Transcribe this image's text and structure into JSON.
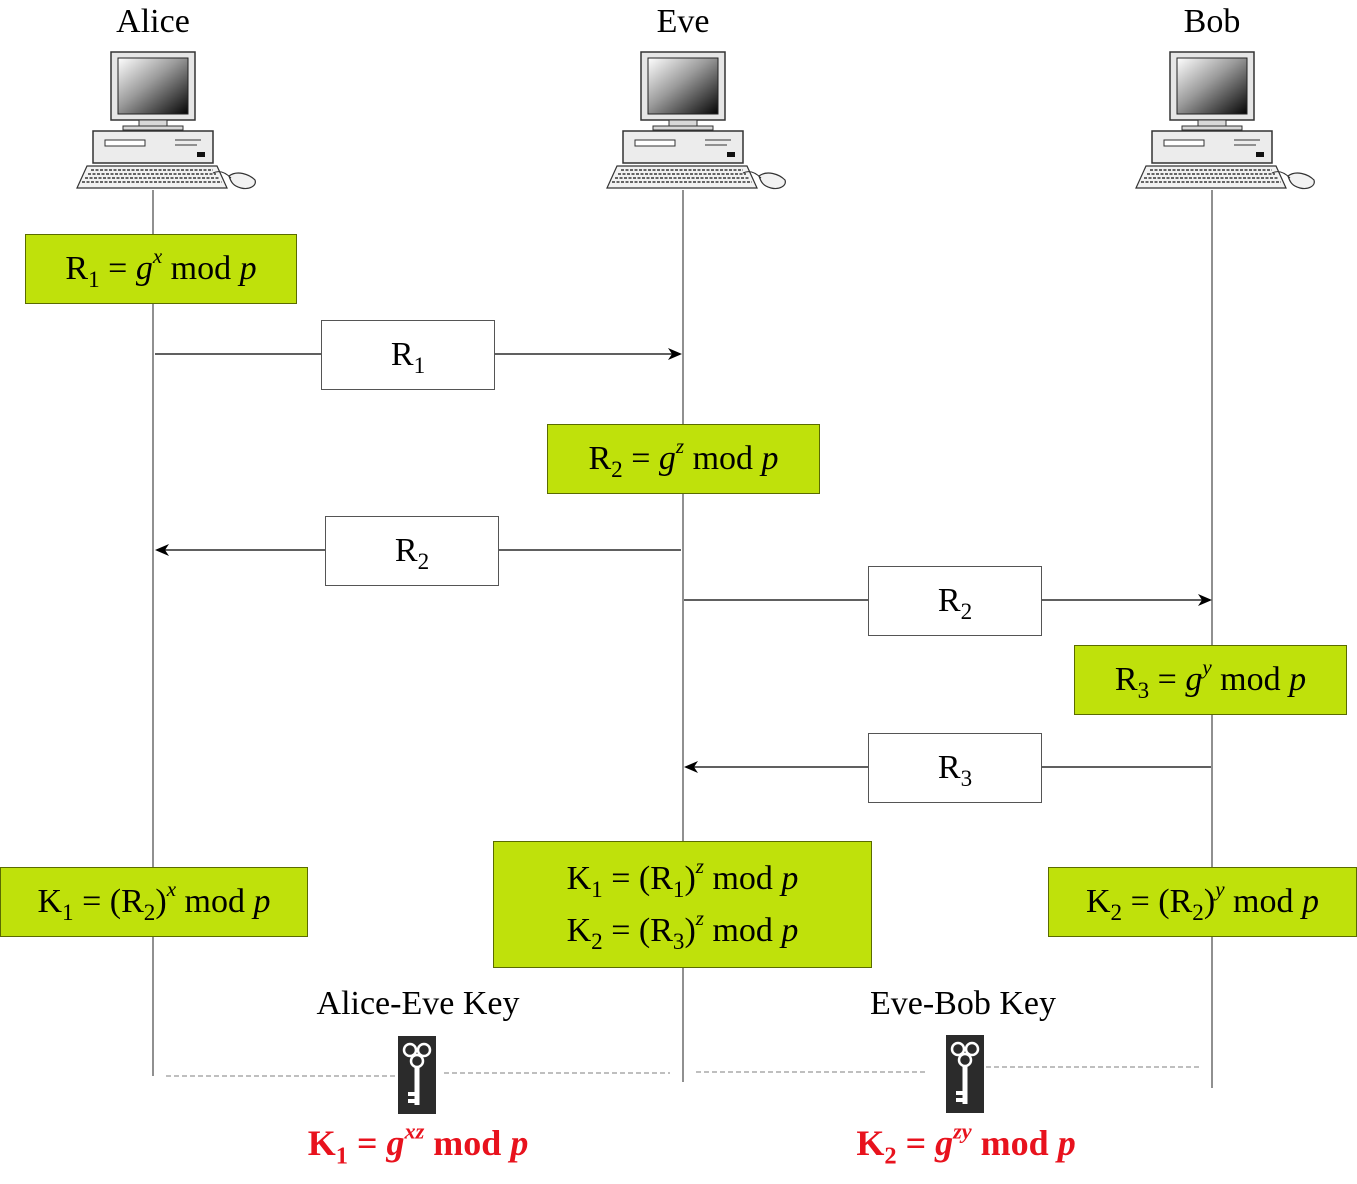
{
  "participants": {
    "alice": "Alice",
    "eve": "Eve",
    "bob": "Bob"
  },
  "computations": {
    "alice_r1": {
      "base": "R",
      "sub": "1",
      "eq": " = ",
      "g": "g",
      "exp": "x",
      "mod": " mod ",
      "p": "p"
    },
    "eve_r2": {
      "base": "R",
      "sub": "2",
      "eq": " = ",
      "g": "g",
      "exp": "z",
      "mod": " mod ",
      "p": "p"
    },
    "bob_r3": {
      "base": "R",
      "sub": "3",
      "eq": " = ",
      "g": "g",
      "exp": "y",
      "mod": " mod ",
      "p": "p"
    },
    "alice_k1": {
      "base": "K",
      "sub": "1",
      "eq": " = (",
      "rbase": "R",
      "rsub": "2",
      "close": ")",
      "exp": "x",
      "mod": " mod ",
      "p": "p"
    },
    "eve_k1": {
      "base": "K",
      "sub": "1",
      "eq": " = (",
      "rbase": "R",
      "rsub": "1",
      "close": ")",
      "exp": "z",
      "mod": " mod ",
      "p": "p"
    },
    "eve_k2": {
      "base": "K",
      "sub": "2",
      "eq": " = (",
      "rbase": "R",
      "rsub": "3",
      "close": ")",
      "exp": "z",
      "mod": " mod ",
      "p": "p"
    },
    "bob_k2": {
      "base": "K",
      "sub": "2",
      "eq": " = (",
      "rbase": "R",
      "rsub": "2",
      "close": ")",
      "exp": "y",
      "mod": " mod ",
      "p": "p"
    }
  },
  "messages": {
    "m1": {
      "base": "R",
      "sub": "1"
    },
    "m2": {
      "base": "R",
      "sub": "2"
    },
    "m3": {
      "base": "R",
      "sub": "2"
    },
    "m4": {
      "base": "R",
      "sub": "3"
    }
  },
  "keys": {
    "alice_eve_label": "Alice-Eve Key",
    "eve_bob_label": "Eve-Bob Key",
    "k1": {
      "base": "K",
      "sub": "1",
      "eq": " = ",
      "g": "g",
      "exp": "xz",
      "mod": " mod ",
      "p": "p"
    },
    "k2": {
      "base": "K",
      "sub": "2",
      "eq": " = ",
      "g": "g",
      "exp": "zy",
      "mod": " mod ",
      "p": "p"
    }
  },
  "colors": {
    "computation_fill": "#bfe10b",
    "result_text": "#e8121d"
  },
  "icons": {
    "participant": "computer-icon",
    "key": "key-icon"
  }
}
